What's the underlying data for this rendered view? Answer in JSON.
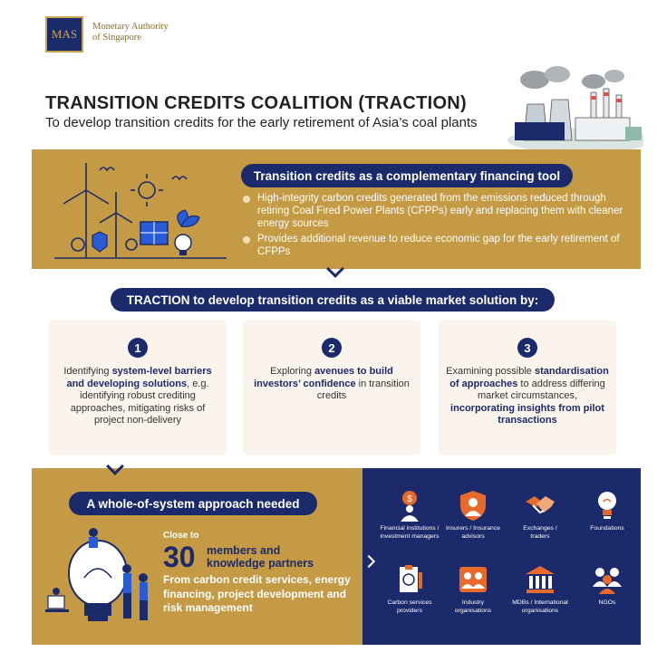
{
  "header": {
    "logo_mark": "MAS",
    "org_line1": "Monetary Authority",
    "org_line2": "of Singapore",
    "title": "TRANSITION CREDITS COALITION (TRACTION)",
    "subtitle": "To develop transition credits for the early retirement of Asia’s coal plants"
  },
  "intro": {
    "heading": "Transition credits as a complementary financing tool",
    "bullets": [
      "High-integrity carbon credits generated from the emissions reduced through retiring Coal Fired Power Plants (CFPPs) early and replacing them with cleaner energy sources",
      "Provides additional revenue to reduce economic gap for the early retirement of CFPPs"
    ]
  },
  "solutions": {
    "heading": "TRACTION to develop transition credits as a viable market solution by:",
    "cards": [
      {
        "number": "1",
        "pre": "Identifying ",
        "bold": "system-level barriers and developing solutions",
        "post": ", e.g. identifying robust crediting approaches, mitigating risks of project non-delivery",
        "bold2": "",
        "post2": ""
      },
      {
        "number": "2",
        "pre": "Exploring ",
        "bold": "avenues to build investors’ confidence",
        "post": " in transition credits",
        "bold2": "",
        "post2": ""
      },
      {
        "number": "3",
        "pre": "Examining possible ",
        "bold": "standardisation of approaches",
        "post": " to address differing market circumstances, ",
        "bold2": "incorporating insights from pilot transactions",
        "post2": ""
      }
    ]
  },
  "approach": {
    "heading": "A whole-of-system approach needed",
    "close_to": "Close to",
    "count": "30",
    "members_line1": "members and",
    "members_line2": "knowledge partners",
    "from_text": "From carbon credit services, energy financing, project development and risk management"
  },
  "members": [
    {
      "icon": "dollar-person-icon",
      "label_line1": "Financial institutions /",
      "label_line2": "investment managers"
    },
    {
      "icon": "insurer-shield-icon",
      "label_line1": "Insurers / Insurance",
      "label_line2": "advisors"
    },
    {
      "icon": "handshake-icon",
      "label_line1": "Exchanges /",
      "label_line2": "traders"
    },
    {
      "icon": "lightbulb-icon",
      "label_line1": "Foundations",
      "label_line2": ""
    },
    {
      "icon": "clipboard-recycle-icon",
      "label_line1": "Carbon services",
      "label_line2": "providers"
    },
    {
      "icon": "industry-people-icon",
      "label_line1": "Industry",
      "label_line2": "organisations"
    },
    {
      "icon": "bank-building-icon",
      "label_line1": "MDBs / International",
      "label_line2": "organisations"
    },
    {
      "icon": "ngo-people-icon",
      "label_line1": "NGOs",
      "label_line2": ""
    }
  ],
  "colors": {
    "navy": "#1b2a6b",
    "gold": "#c49a45",
    "card_bg": "#fbf4ec",
    "orange": "#e86a2a"
  }
}
